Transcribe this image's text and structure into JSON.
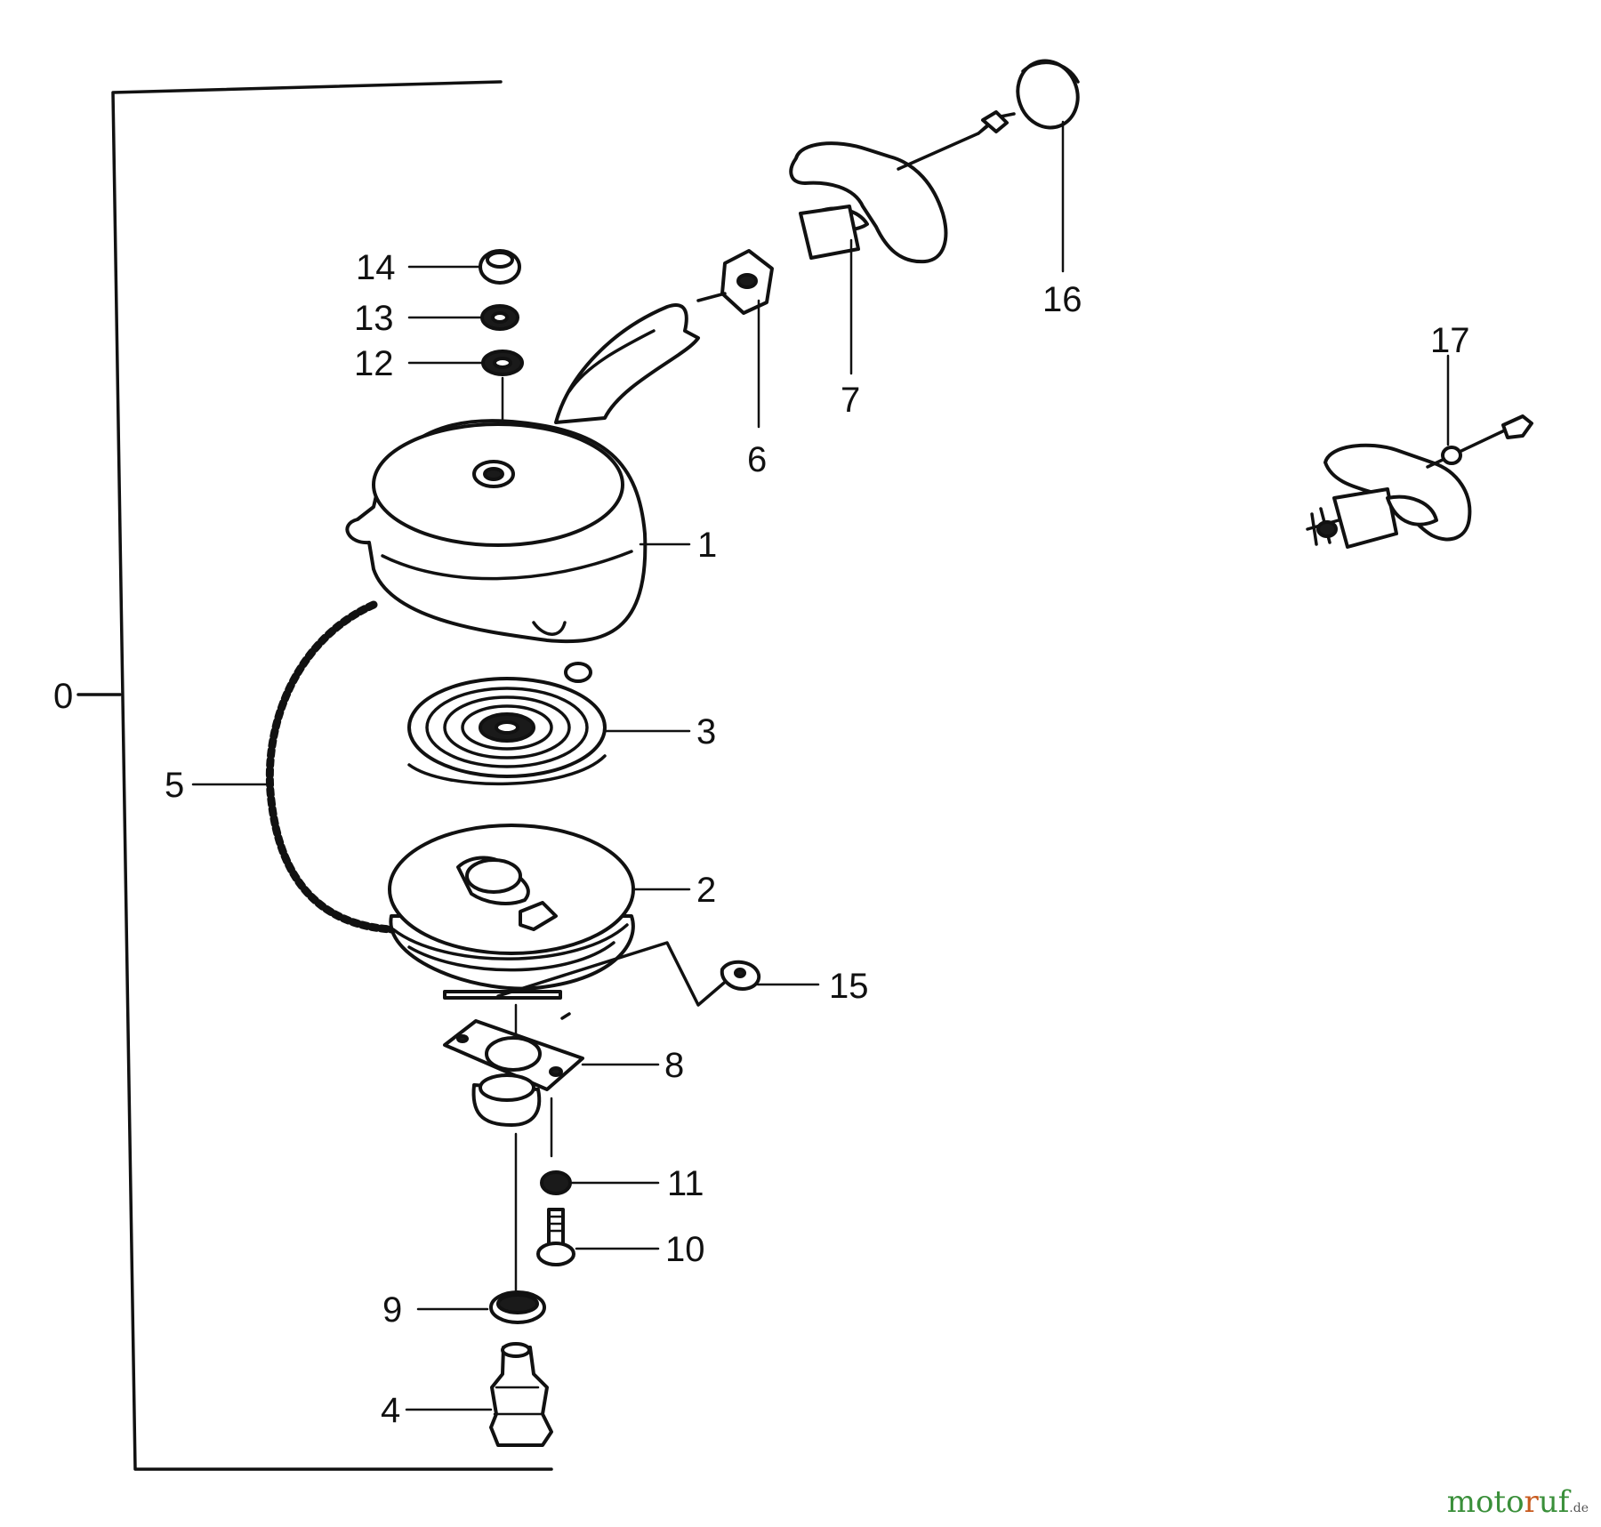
{
  "callouts": {
    "c0": "0",
    "c1": "1",
    "c2": "2",
    "c3": "3",
    "c4": "4",
    "c5": "5",
    "c6": "6",
    "c7": "7",
    "c8": "8",
    "c9": "9",
    "c10": "10",
    "c11": "11",
    "c12": "12",
    "c13": "13",
    "c14": "14",
    "c15": "15",
    "c16": "16",
    "c17": "17"
  },
  "watermark": {
    "text_a": "moto",
    "text_b": "r",
    "text_c": "uf",
    "tld": ".de"
  },
  "colors": {
    "line": "#111111",
    "watermark_green": "#3a8f3a",
    "watermark_orange": "#c85a1e"
  }
}
